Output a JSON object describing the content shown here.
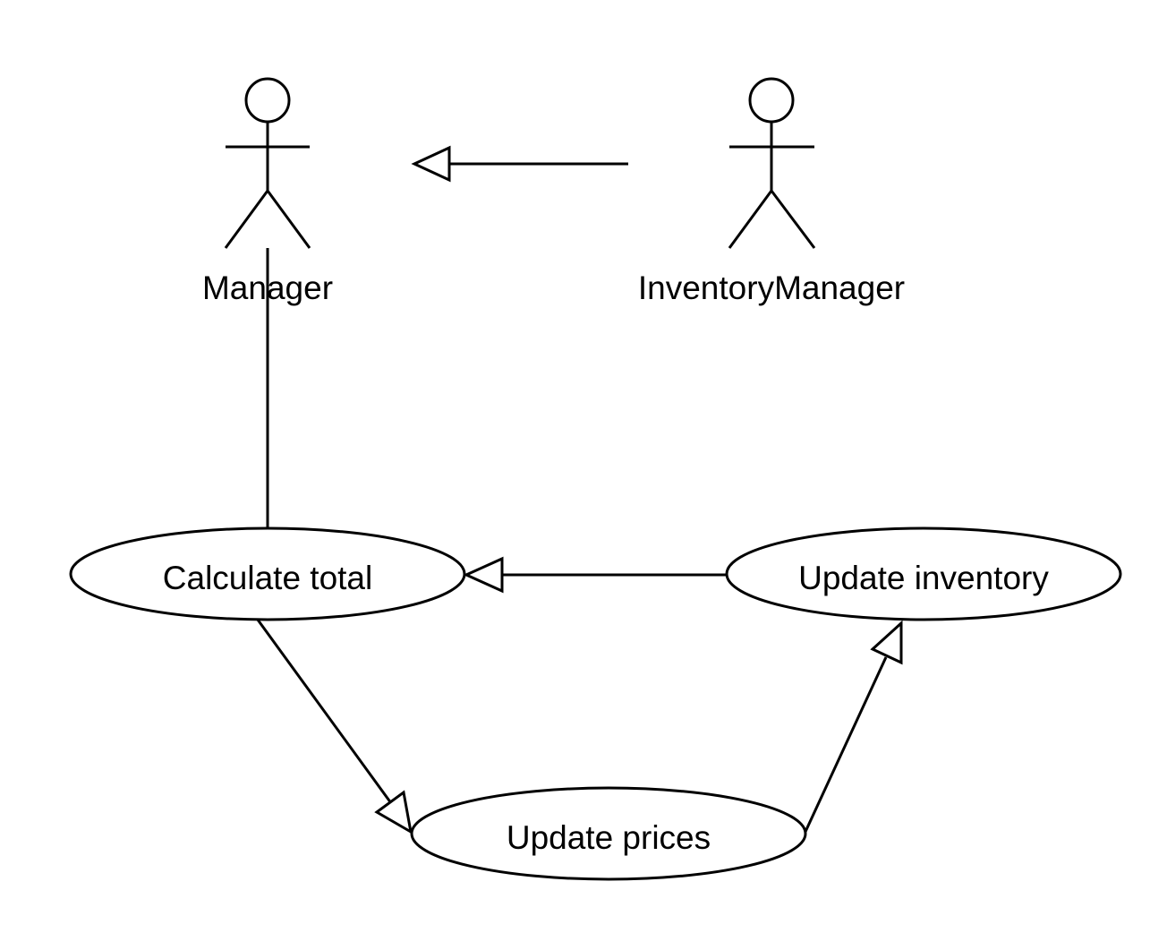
{
  "diagram": {
    "type": "uml-use-case",
    "actors": [
      {
        "id": "manager",
        "label": "Manager"
      },
      {
        "id": "inventory-manager",
        "label": "InventoryManager"
      }
    ],
    "use_cases": [
      {
        "id": "calculate-total",
        "label": "Calculate total"
      },
      {
        "id": "update-inventory",
        "label": "Update inventory"
      },
      {
        "id": "update-prices",
        "label": "Update prices"
      }
    ],
    "relationships": [
      {
        "from": "inventory-manager",
        "to": "manager",
        "kind": "generalization"
      },
      {
        "from": "manager",
        "to": "calculate-total",
        "kind": "association"
      },
      {
        "from": "update-inventory",
        "to": "calculate-total",
        "kind": "generalization"
      },
      {
        "from": "calculate-total",
        "to": "update-prices",
        "kind": "generalization"
      },
      {
        "from": "update-prices",
        "to": "update-inventory",
        "kind": "generalization"
      }
    ],
    "colors": {
      "stroke": "#000000",
      "background": "#ffffff"
    }
  }
}
